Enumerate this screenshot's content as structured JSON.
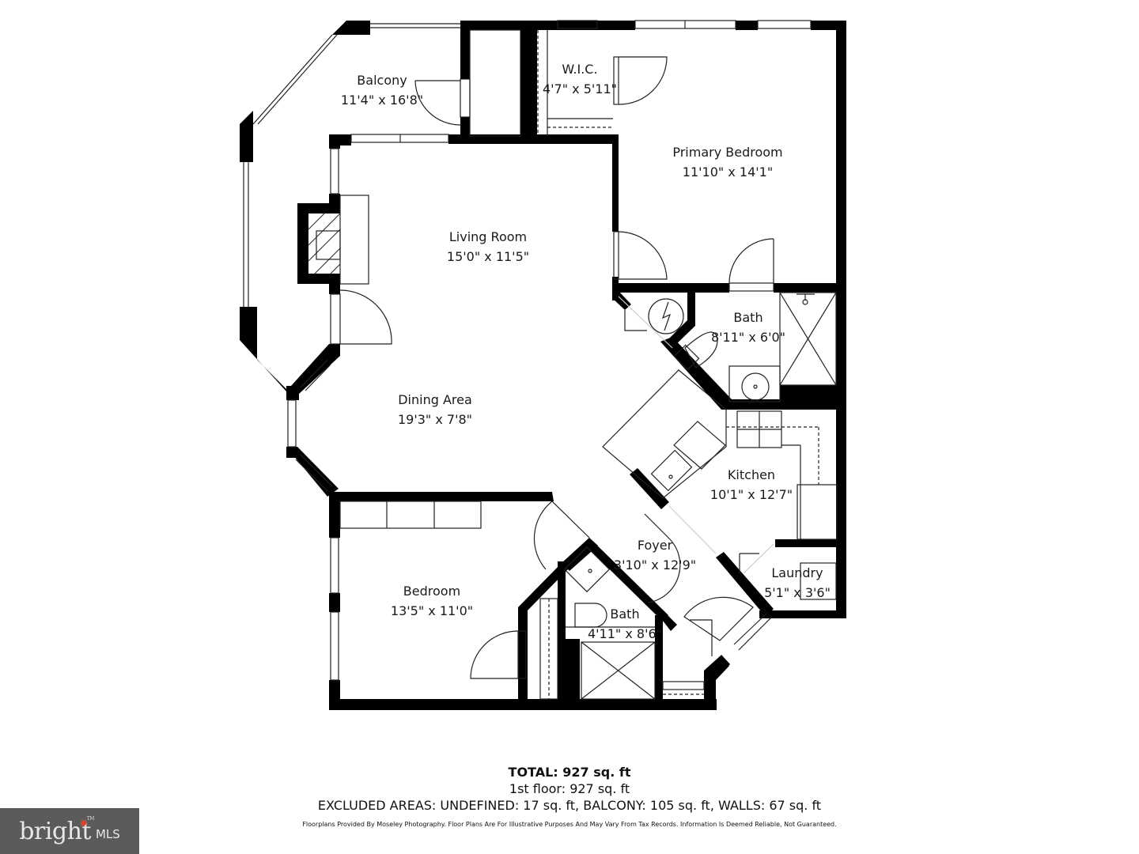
{
  "rooms": [
    {
      "id": "balcony",
      "name": "Balcony",
      "dimensions": "11'4\" x 16'8\""
    },
    {
      "id": "wic",
      "name": "W.I.C.",
      "dimensions": "4'7\" x 5'11\""
    },
    {
      "id": "primary_bedroom",
      "name": "Primary Bedroom",
      "dimensions": "11'10\" x 14'1\""
    },
    {
      "id": "living_room",
      "name": "Living Room",
      "dimensions": "15'0\" x 11'5\""
    },
    {
      "id": "primary_bath",
      "name": "Bath",
      "dimensions": "8'11\" x 6'0\""
    },
    {
      "id": "dining_area",
      "name": "Dining Area",
      "dimensions": "19'3\" x 7'8\""
    },
    {
      "id": "kitchen",
      "name": "Kitchen",
      "dimensions": "10'1\" x 12'7\""
    },
    {
      "id": "foyer",
      "name": "Foyer",
      "dimensions": "3'10\" x 12'9\""
    },
    {
      "id": "laundry",
      "name": "Laundry",
      "dimensions": "5'1\" x 3'6\""
    },
    {
      "id": "bedroom",
      "name": "Bedroom",
      "dimensions": "13'5\" x 11'0\""
    },
    {
      "id": "bath2",
      "name": "Bath",
      "dimensions": "4'11\" x 8'6\""
    }
  ],
  "summary": {
    "total": "TOTAL: 927 sq. ft",
    "floor": "1st floor: 927 sq. ft",
    "excluded": "EXCLUDED AREAS: UNDEFINED: 17 sq. ft, BALCONY: 105 sq. ft, WALLS: 67 sq. ft",
    "disclaimer": "Floorplans Provided By Moseley Photography. Floor Plans Are For Illustrative Purposes And May Vary From Tax Records. Information Is Deemed Reliable, Not Guaranteed."
  },
  "logo": {
    "brand": "bright",
    "suffix": "MLS",
    "trademark": "TM",
    "background": "#5b5b5b",
    "accent": "#e0422b"
  },
  "colors": {
    "wall": "#000000",
    "line": "#222222",
    "background": "#ffffff"
  }
}
